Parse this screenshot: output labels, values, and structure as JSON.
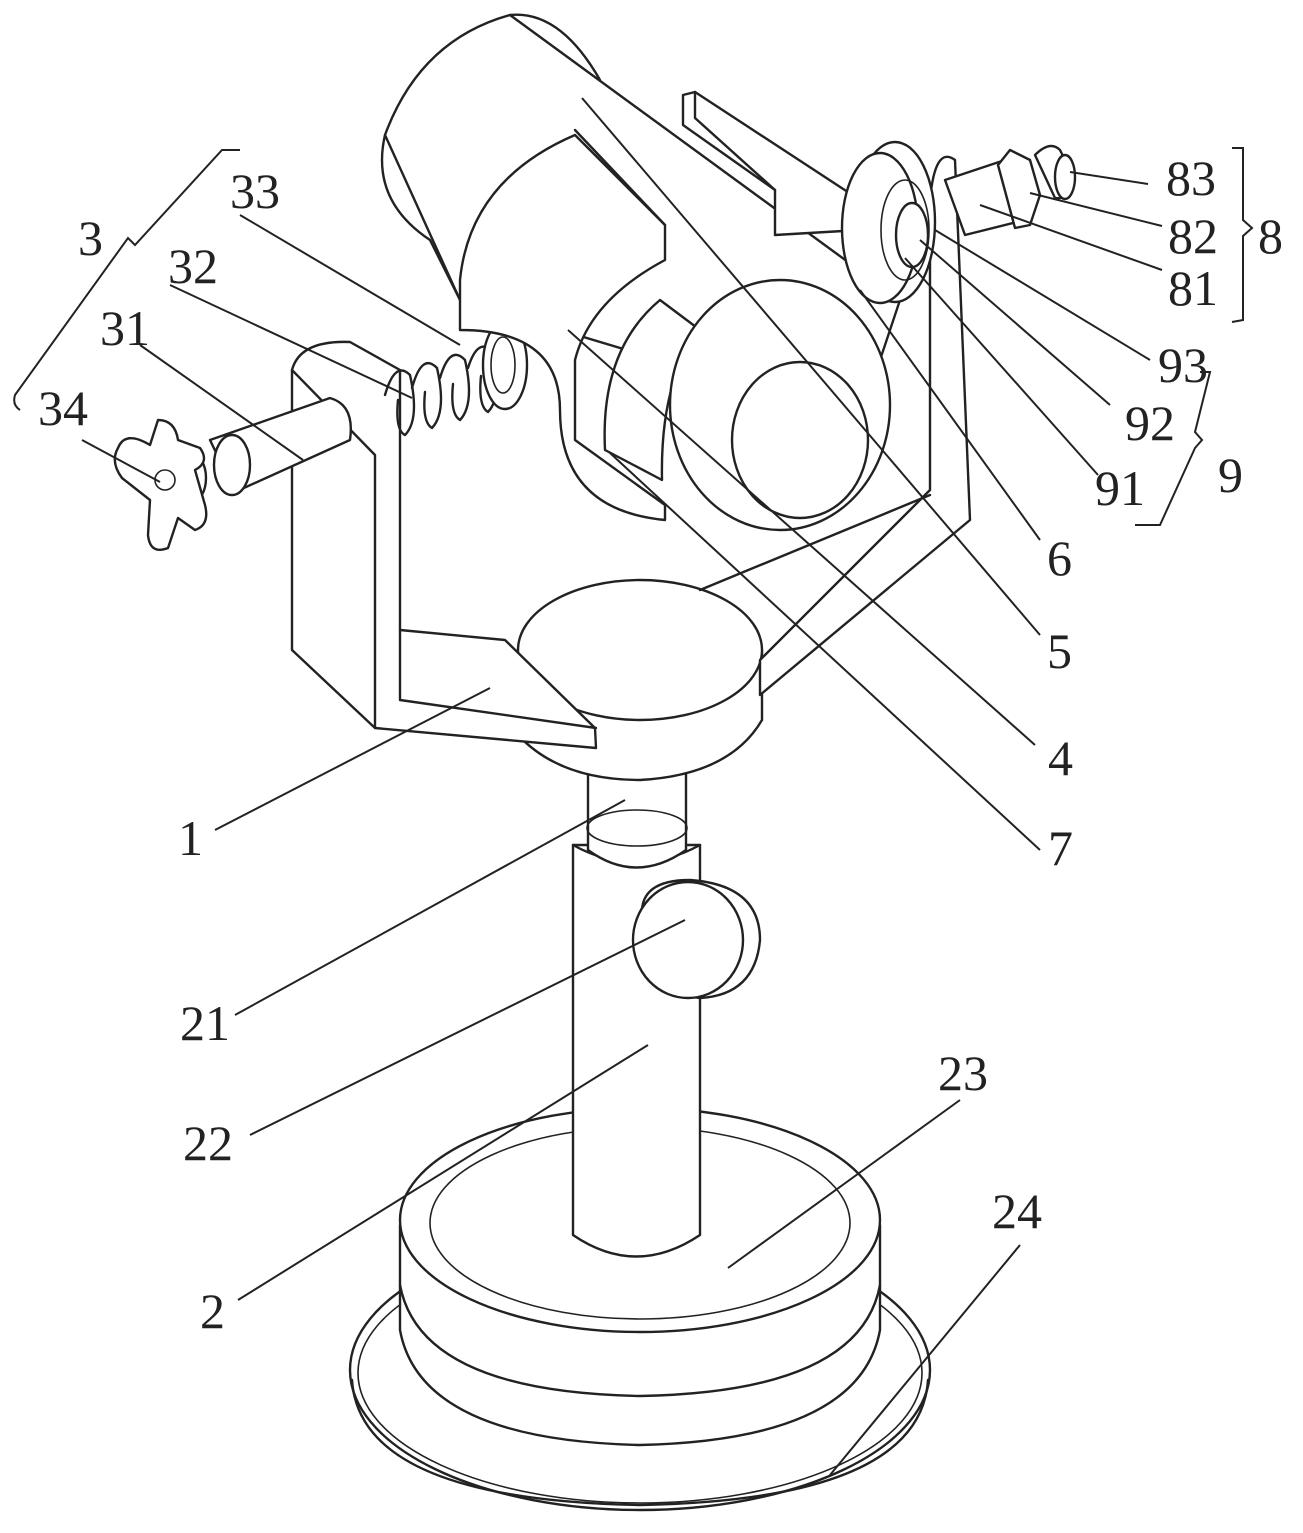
{
  "labels": {
    "l1": "1",
    "l2": "2",
    "l3": "3",
    "l4": "4",
    "l5": "5",
    "l6": "6",
    "l7": "7",
    "l8": "8",
    "l9": "9",
    "l21": "21",
    "l22": "22",
    "l23": "23",
    "l24": "24",
    "l31": "31",
    "l32": "32",
    "l33": "33",
    "l34": "34",
    "l81": "81",
    "l82": "82",
    "l83": "83",
    "l91": "91",
    "l92": "92",
    "l93": "93"
  }
}
